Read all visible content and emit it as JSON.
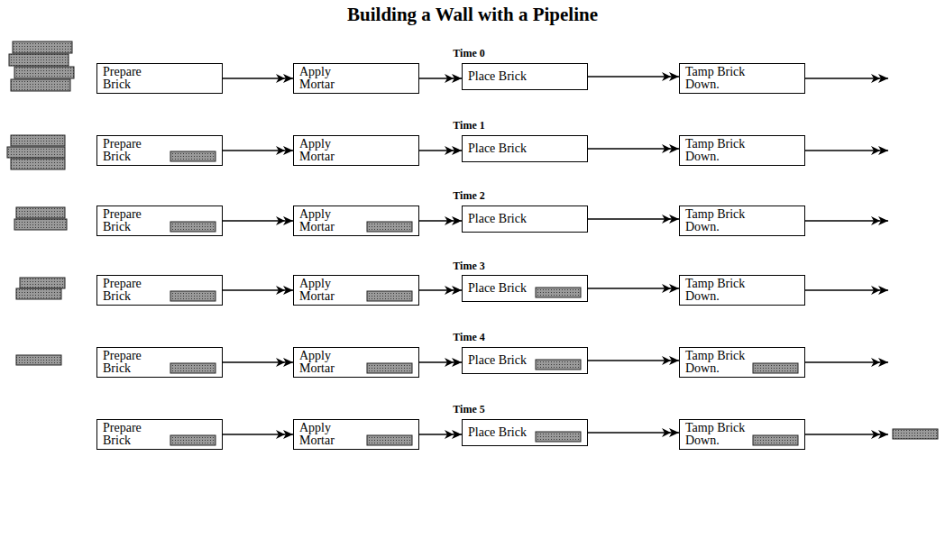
{
  "diagram": {
    "title": "Building a Wall with a Pipeline",
    "nodes": [
      {
        "text": [
          "Prepare Brick"
        ]
      },
      {
        "text": [
          "Apply Mortar"
        ]
      },
      {
        "text": [
          "Place Brick"
        ]
      },
      {
        "text": [
          "Tamp Brick Down."
        ]
      },
      {
        "text": [
          "Prepare Brick"
        ]
      },
      {
        "text": [
          "Apply Mortar"
        ]
      },
      {
        "text": [
          "Place Brick"
        ]
      },
      {
        "text": [
          "Tamp Brick Down."
        ]
      },
      {
        "text": [
          "Prepare Brick"
        ]
      },
      {
        "text": [
          "Apply Mortar"
        ]
      },
      {
        "text": [
          "Place Brick"
        ]
      },
      {
        "text": [
          "Tamp Brick Down."
        ]
      },
      {
        "text": [
          "Prepare Brick"
        ]
      },
      {
        "text": [
          "Apply Mortar"
        ]
      },
      {
        "text": [
          "Place Brick"
        ]
      },
      {
        "text": [
          "Tamp Brick Down."
        ]
      },
      {
        "text": [
          "Prepare Brick"
        ]
      },
      {
        "text": [
          "Apply Mortar"
        ]
      },
      {
        "text": [
          "Place Brick"
        ]
      },
      {
        "text": [
          "Tamp Brick Down."
        ]
      },
      {
        "text": [
          "Prepare Brick"
        ]
      },
      {
        "text": [
          "Apply Mortar"
        ]
      },
      {
        "text": [
          "Place Brick"
        ]
      },
      {
        "text": [
          "Tamp Brick Down."
        ]
      }
    ],
    "edges": [
      {
        "from": 0,
        "to": 1,
        "arrow": "to"
      },
      {
        "from": 1,
        "to": 2,
        "arrow": "to"
      },
      {
        "from": 2,
        "to": 3,
        "arrow": "to"
      },
      {
        "from": 4,
        "to": 5,
        "arrow": "to"
      },
      {
        "from": 5,
        "to": 6,
        "arrow": "to"
      },
      {
        "from": 6,
        "to": 7,
        "arrow": "to"
      },
      {
        "from": 8,
        "to": 9,
        "arrow": "to"
      },
      {
        "from": 9,
        "to": 10,
        "arrow": "to"
      },
      {
        "from": 10,
        "to": 11,
        "arrow": "to"
      },
      {
        "from": 12,
        "to": 13,
        "arrow": "to"
      },
      {
        "from": 13,
        "to": 14,
        "arrow": "to"
      },
      {
        "from": 14,
        "to": 15,
        "arrow": "to"
      },
      {
        "from": 16,
        "to": 17,
        "arrow": "to"
      },
      {
        "from": 17,
        "to": 18,
        "arrow": "to"
      },
      {
        "from": 18,
        "to": 19,
        "arrow": "to"
      },
      {
        "from": 20,
        "to": 21,
        "arrow": "to"
      },
      {
        "from": 21,
        "to": 22,
        "arrow": "to"
      },
      {
        "from": 22,
        "to": 23,
        "arrow": "to"
      }
    ],
    "labels": [
      "Time 0",
      "Time 1",
      "Time 2",
      "Time 3",
      "Time 4",
      "Time 5"
    ]
  }
}
